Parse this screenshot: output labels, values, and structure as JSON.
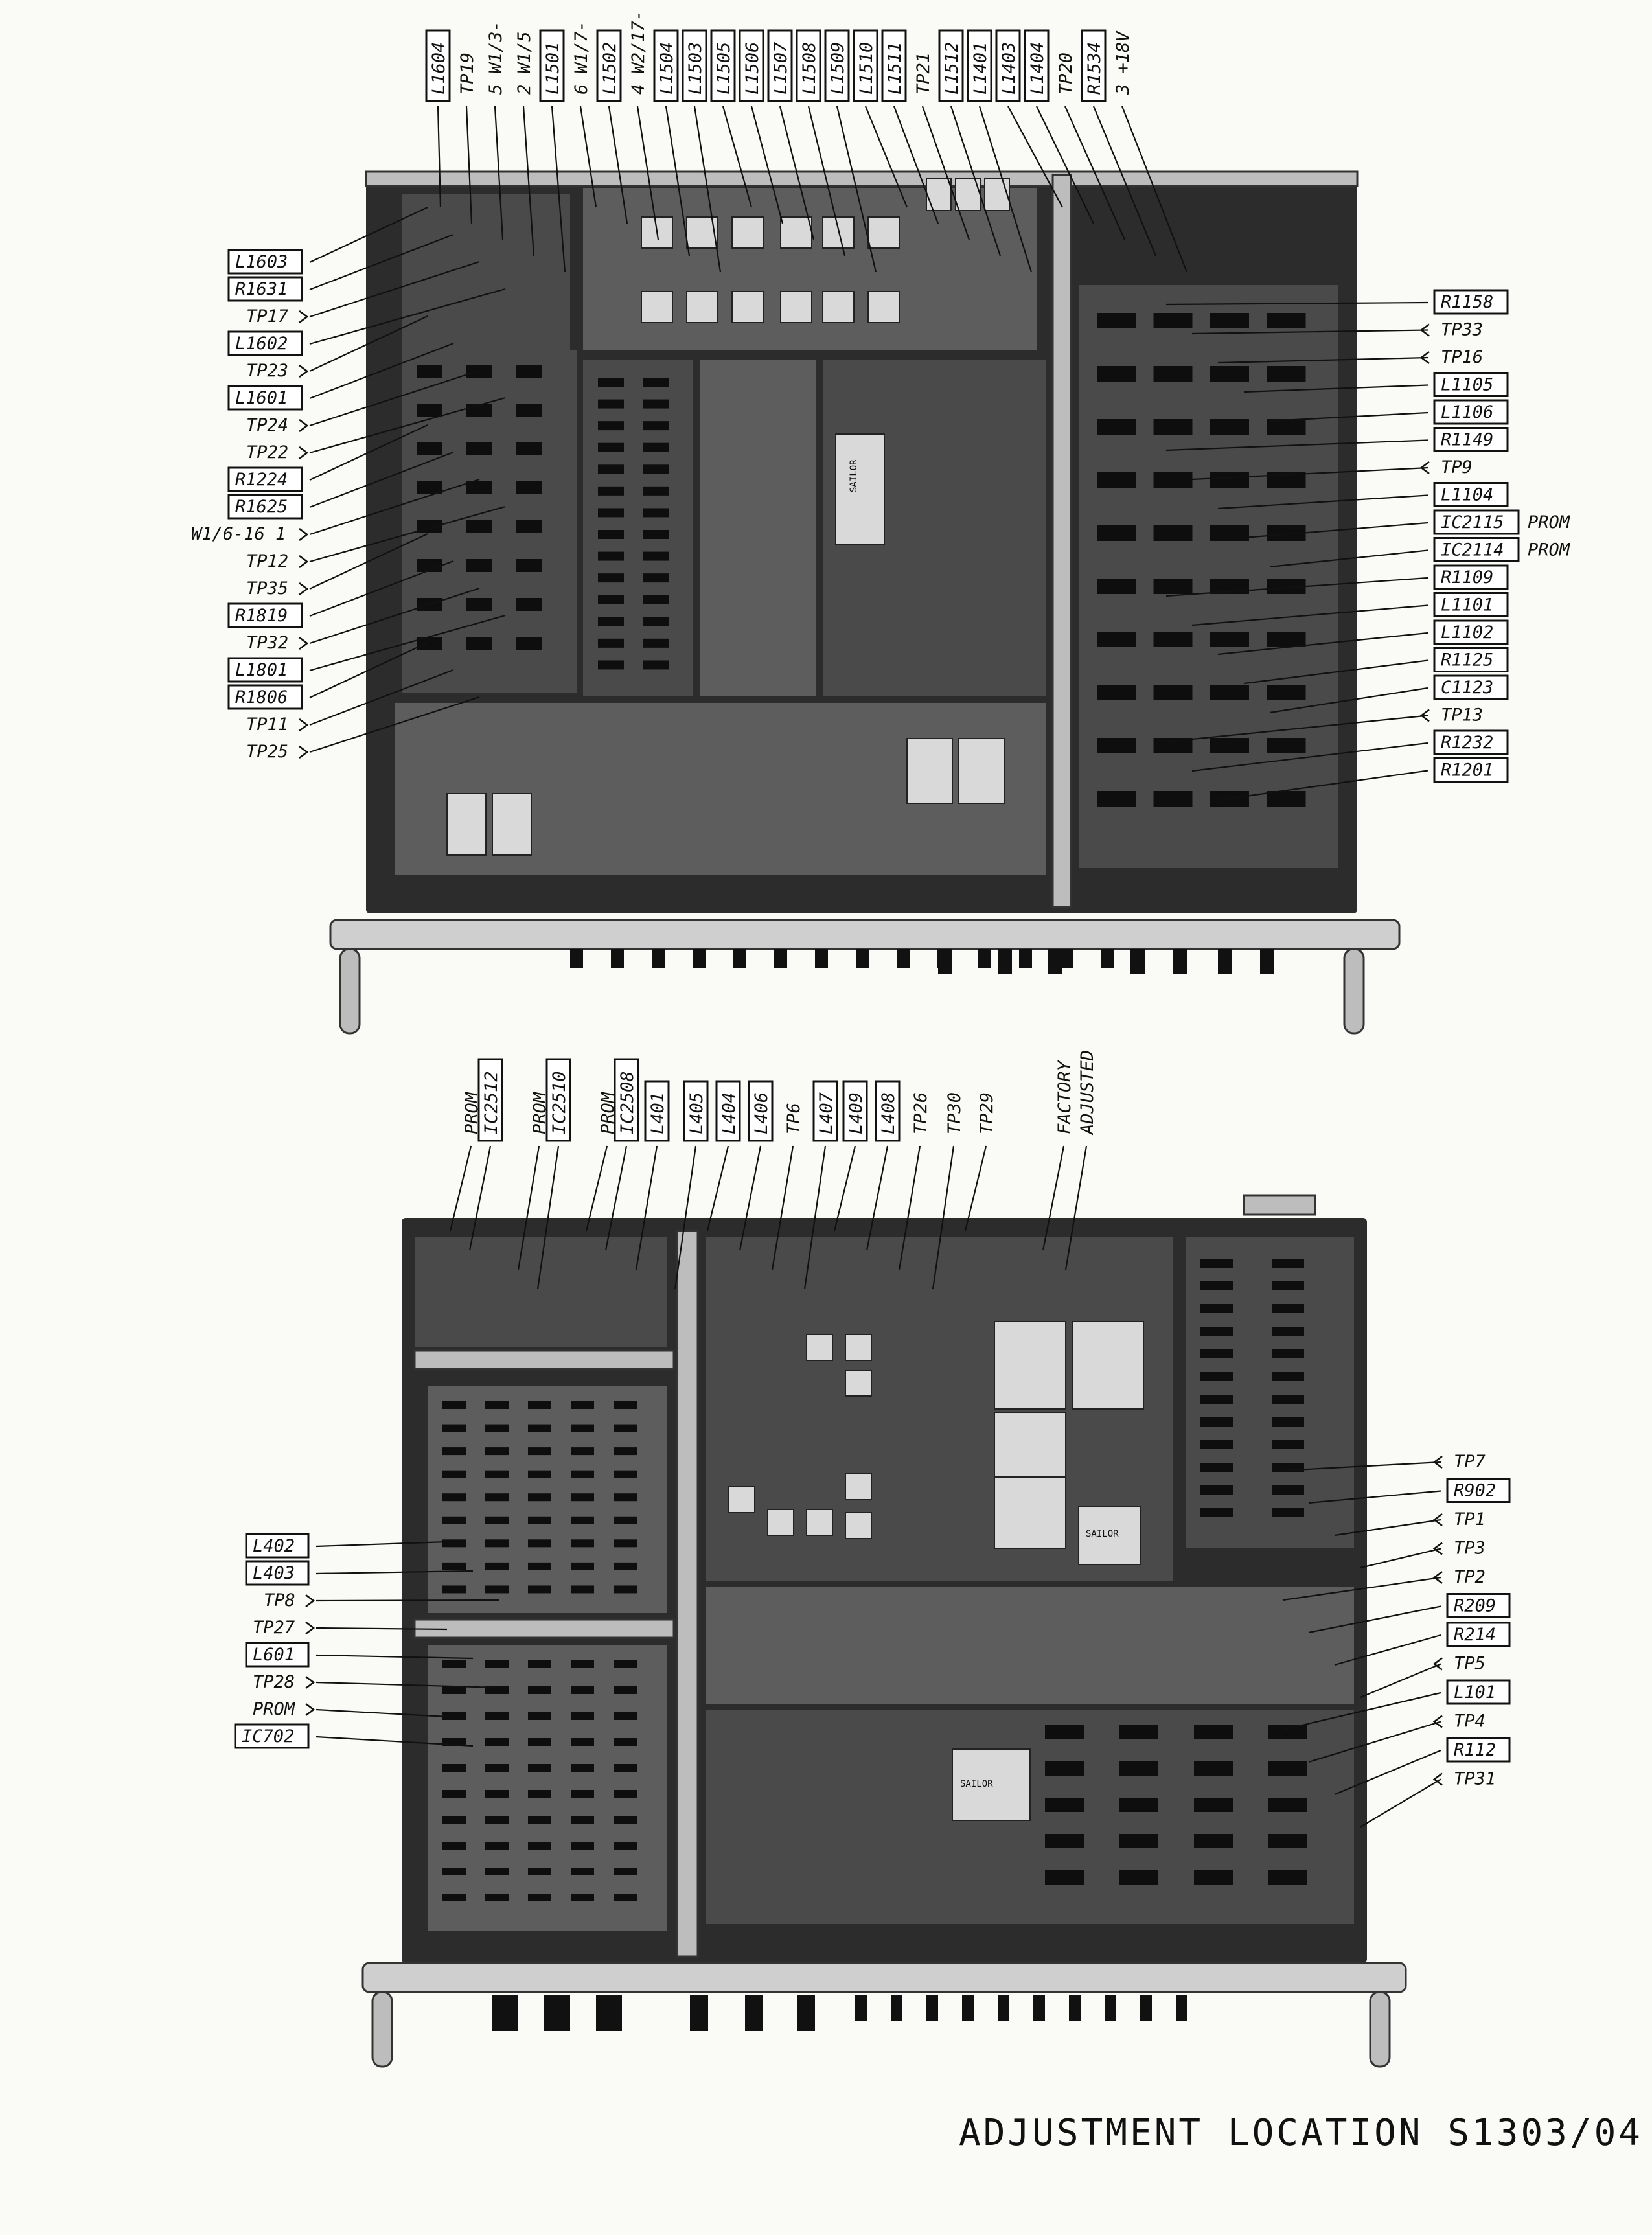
{
  "title": "ADJUSTMENT LOCATION S1303/04",
  "top_unit": {
    "top_labels": [
      {
        "text": "L1604",
        "boxed": true
      },
      {
        "text": "TP19",
        "boxed": false
      },
      {
        "text": "5 W1/3-",
        "boxed": false
      },
      {
        "text": "2 W1/5",
        "boxed": false
      },
      {
        "text": "L1501",
        "boxed": true
      },
      {
        "text": "6 W1/7-",
        "boxed": false
      },
      {
        "text": "L1502",
        "boxed": true
      },
      {
        "text": "4 W2/17-",
        "boxed": false
      },
      {
        "text": "L1504",
        "boxed": true
      },
      {
        "text": "L1503",
        "boxed": true
      },
      {
        "text": "L1505",
        "boxed": true
      },
      {
        "text": "L1506",
        "boxed": true
      },
      {
        "text": "L1507",
        "boxed": true
      },
      {
        "text": "L1508",
        "boxed": true
      },
      {
        "text": "L1509",
        "boxed": true
      },
      {
        "text": "L1510",
        "boxed": true
      },
      {
        "text": "L1511",
        "boxed": true
      },
      {
        "text": "TP21",
        "boxed": false
      },
      {
        "text": "L1512",
        "boxed": true
      },
      {
        "text": "L1401",
        "boxed": true
      },
      {
        "text": "L1403",
        "boxed": true
      },
      {
        "text": "L1404",
        "boxed": true
      },
      {
        "text": "TP20",
        "boxed": false
      },
      {
        "text": "R1534",
        "boxed": true
      },
      {
        "text": "3 +18V",
        "boxed": false
      }
    ],
    "left_labels": [
      {
        "text": "L1603",
        "boxed": true
      },
      {
        "text": "R1631",
        "boxed": true
      },
      {
        "text": "TP17",
        "boxed": false
      },
      {
        "text": "L1602",
        "boxed": true
      },
      {
        "text": "TP23",
        "boxed": false
      },
      {
        "text": "L1601",
        "boxed": true
      },
      {
        "text": "TP24",
        "boxed": false
      },
      {
        "text": "TP22",
        "boxed": false
      },
      {
        "text": "R1224",
        "boxed": true
      },
      {
        "text": "R1625",
        "boxed": true
      },
      {
        "text": "W1/6-16 1",
        "boxed": false
      },
      {
        "text": "TP12",
        "boxed": false
      },
      {
        "text": "TP35",
        "boxed": false
      },
      {
        "text": "R1819",
        "boxed": true
      },
      {
        "text": "TP32",
        "boxed": false
      },
      {
        "text": "L1801",
        "boxed": true
      },
      {
        "text": "R1806",
        "boxed": true
      },
      {
        "text": "TP11",
        "boxed": false
      },
      {
        "text": "TP25",
        "boxed": false
      }
    ],
    "right_labels": [
      {
        "text": "R1158",
        "boxed": true,
        "suffix": ""
      },
      {
        "text": "TP33",
        "boxed": false,
        "suffix": ""
      },
      {
        "text": "TP16",
        "boxed": false,
        "suffix": ""
      },
      {
        "text": "L1105",
        "boxed": true,
        "suffix": ""
      },
      {
        "text": "L1106",
        "boxed": true,
        "suffix": ""
      },
      {
        "text": "R1149",
        "boxed": true,
        "suffix": ""
      },
      {
        "text": "TP9",
        "boxed": false,
        "suffix": ""
      },
      {
        "text": "L1104",
        "boxed": true,
        "suffix": ""
      },
      {
        "text": "IC2115",
        "boxed": true,
        "suffix": "PROM"
      },
      {
        "text": "IC2114",
        "boxed": true,
        "suffix": "PROM"
      },
      {
        "text": "R1109",
        "boxed": true,
        "suffix": ""
      },
      {
        "text": "L1101",
        "boxed": true,
        "suffix": ""
      },
      {
        "text": "L1102",
        "boxed": true,
        "suffix": ""
      },
      {
        "text": "R1125",
        "boxed": true,
        "suffix": ""
      },
      {
        "text": "C1123",
        "boxed": true,
        "suffix": ""
      },
      {
        "text": "TP13",
        "boxed": false,
        "suffix": ""
      },
      {
        "text": "R1232",
        "boxed": true,
        "suffix": ""
      },
      {
        "text": "R1201",
        "boxed": true,
        "suffix": ""
      }
    ]
  },
  "bottom_unit": {
    "top_labels": [
      {
        "text": "PROM",
        "boxed": false
      },
      {
        "text": "IC2512",
        "boxed": true
      },
      {
        "text": "PROM",
        "boxed": false
      },
      {
        "text": "IC2510",
        "boxed": true
      },
      {
        "text": "PROM",
        "boxed": false
      },
      {
        "text": "IC2508",
        "boxed": true
      },
      {
        "text": "L401",
        "boxed": true
      },
      {
        "text": "L405",
        "boxed": true
      },
      {
        "text": "L404",
        "boxed": true
      },
      {
        "text": "L406",
        "boxed": true
      },
      {
        "text": "TP6",
        "boxed": false
      },
      {
        "text": "L407",
        "boxed": true
      },
      {
        "text": "L409",
        "boxed": true
      },
      {
        "text": "L408",
        "boxed": true
      },
      {
        "text": "TP26",
        "boxed": false
      },
      {
        "text": "TP30",
        "boxed": false
      },
      {
        "text": "TP29",
        "boxed": false
      },
      {
        "text": "FACTORY",
        "boxed": false
      },
      {
        "text": "ADJUSTED",
        "boxed": false
      }
    ],
    "left_labels": [
      {
        "text": "L402",
        "boxed": true
      },
      {
        "text": "L403",
        "boxed": true
      },
      {
        "text": "TP8",
        "boxed": false
      },
      {
        "text": "TP27",
        "boxed": false
      },
      {
        "text": "L601",
        "boxed": true
      },
      {
        "text": "TP28",
        "boxed": false
      },
      {
        "text": "PROM",
        "boxed": false
      },
      {
        "text": "IC702",
        "boxed": true
      }
    ],
    "right_labels": [
      {
        "text": "TP7",
        "boxed": false
      },
      {
        "text": "R902",
        "boxed": true
      },
      {
        "text": "TP1",
        "boxed": false
      },
      {
        "text": "TP3",
        "boxed": false
      },
      {
        "text": "TP2",
        "boxed": false
      },
      {
        "text": "R209",
        "boxed": true
      },
      {
        "text": "R214",
        "boxed": true
      },
      {
        "text": "TP5",
        "boxed": false
      },
      {
        "text": "L101",
        "boxed": true
      },
      {
        "text": "TP4",
        "boxed": false
      },
      {
        "text": "R112",
        "boxed": true
      },
      {
        "text": "TP31",
        "boxed": false
      }
    ]
  },
  "photo_text": {
    "module_brand_1": "SAILOR",
    "module_brand_2": "SAILOR",
    "module_brand_3": "SAILOR"
  }
}
